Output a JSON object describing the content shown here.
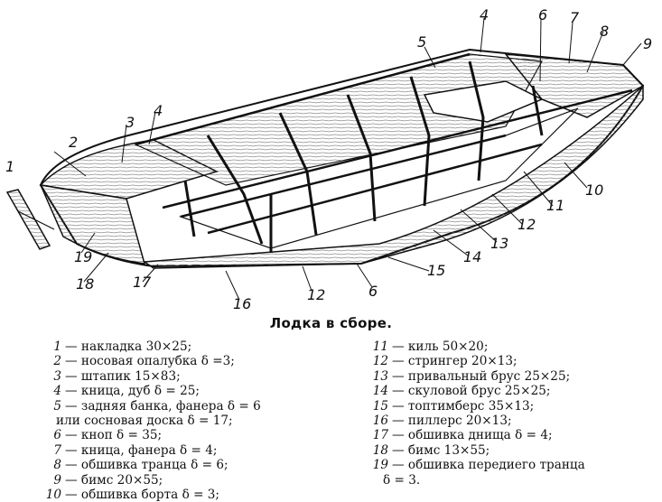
{
  "caption": "Лодка в сборе.",
  "callouts": [
    "1",
    "2",
    "3",
    "4",
    "4",
    "5",
    "6",
    "7",
    "8",
    "9",
    "10",
    "11",
    "12",
    "13",
    "14",
    "15",
    "6",
    "12",
    "16",
    "17",
    "18",
    "19"
  ],
  "legend": {
    "left": [
      {
        "num": "1",
        "text": "— накладка 30×25;"
      },
      {
        "num": "2",
        "text": "— носовая опалубка δ =3;"
      },
      {
        "num": "3",
        "text": "— штапик 15×83;"
      },
      {
        "num": "4",
        "text": "— кница, дуб δ = 25;"
      },
      {
        "num": "5",
        "text": "— задняя банка, фанера δ = 6"
      },
      {
        "num": "",
        "text": "или сосновая доска δ = 17;"
      },
      {
        "num": "6",
        "text": "— кноп δ = 35;"
      },
      {
        "num": "7",
        "text": "— кница, фанера δ = 4;"
      },
      {
        "num": "8",
        "text": "— обшивка транца δ = 6;"
      },
      {
        "num": "9",
        "text": "— бимс 20×55;"
      },
      {
        "num": "10",
        "text": "— обшивка борта δ = 3;"
      }
    ],
    "right": [
      {
        "num": "11",
        "text": "— киль 50×20;"
      },
      {
        "num": "12",
        "text": "— стрингер 20×13;"
      },
      {
        "num": "13",
        "text": "— привальный брус 25×25;"
      },
      {
        "num": "14",
        "text": "— скуловой брус 25×25;"
      },
      {
        "num": "15",
        "text": "— топтимберс 35×13;"
      },
      {
        "num": "16",
        "text": "— пиллерс 20×13;"
      },
      {
        "num": "17",
        "text": "— обшивка днища δ = 4;"
      },
      {
        "num": "18",
        "text": "— бимс 13×55;"
      },
      {
        "num": "19",
        "text": "— обшивка передиего транца"
      },
      {
        "num": "",
        "text": "δ = 3."
      }
    ]
  }
}
